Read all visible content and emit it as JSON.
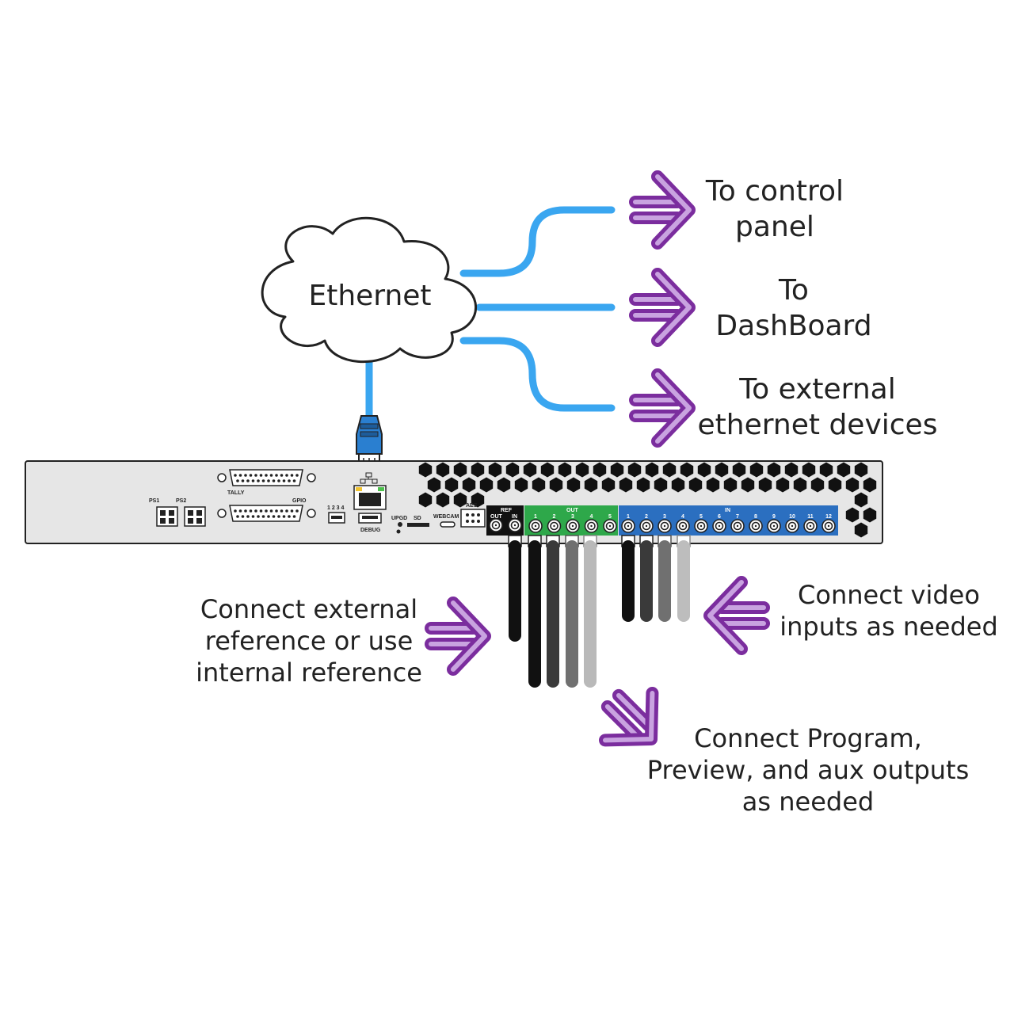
{
  "cloud": {
    "label": "Ethernet"
  },
  "destinations": [
    {
      "lines": [
        "To control",
        "panel"
      ]
    },
    {
      "lines": [
        "To",
        "DashBoard"
      ]
    },
    {
      "lines": [
        "To external",
        "ethernet devices"
      ]
    }
  ],
  "callouts": {
    "reference": {
      "lines": [
        "Connect external",
        "reference or use",
        "internal reference"
      ]
    },
    "inputs": {
      "lines": [
        "Connect video",
        "inputs as needed"
      ]
    },
    "outputs": {
      "lines": [
        "Connect Program,",
        "Preview, and aux outputs",
        "as needed"
      ]
    }
  },
  "panel": {
    "tally": "TALLY",
    "gpio": "GPIO",
    "ps1": "PS1",
    "ps2": "PS2",
    "usb_numbers": "1 2 3 4",
    "debug": "DEBUG",
    "upgd": "UPGD",
    "sd": "SD",
    "webcam": "WEBCAM",
    "aes": "AES",
    "ref": "REF",
    "ref_out": "OUT",
    "ref_in": "IN",
    "out_group": "OUT",
    "in_group": "IN",
    "out_numbers": [
      "1",
      "2",
      "3",
      "4",
      "5"
    ],
    "in_numbers": [
      "1",
      "2",
      "3",
      "4",
      "5",
      "6",
      "7",
      "8",
      "9",
      "10",
      "11",
      "12"
    ]
  },
  "colors": {
    "ethernet_cable": "#3aa6f0",
    "arrow": "#7b2d9e",
    "arrow_fill": "#c9a3e0",
    "out_block": "#2ea84a",
    "in_block": "#2b6fc0",
    "chassis": "#e6e6e6"
  },
  "icons": [
    "cloud-icon",
    "rj45-plug-icon",
    "network-icon",
    "double-arrow-icon",
    "bnc-connector-icon"
  ]
}
